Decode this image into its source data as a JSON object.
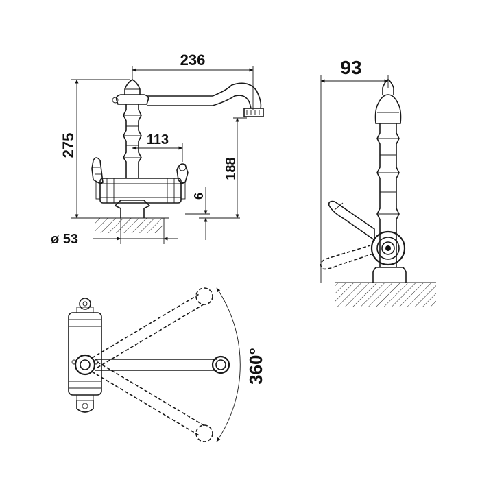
{
  "dimensions": {
    "spout_reach": "236",
    "total_height": "275",
    "valve_offset": "113",
    "spout_height": "188",
    "small_gap": "6",
    "base_diameter": "ø 53",
    "side_depth": "93",
    "rotation": "360°"
  }
}
